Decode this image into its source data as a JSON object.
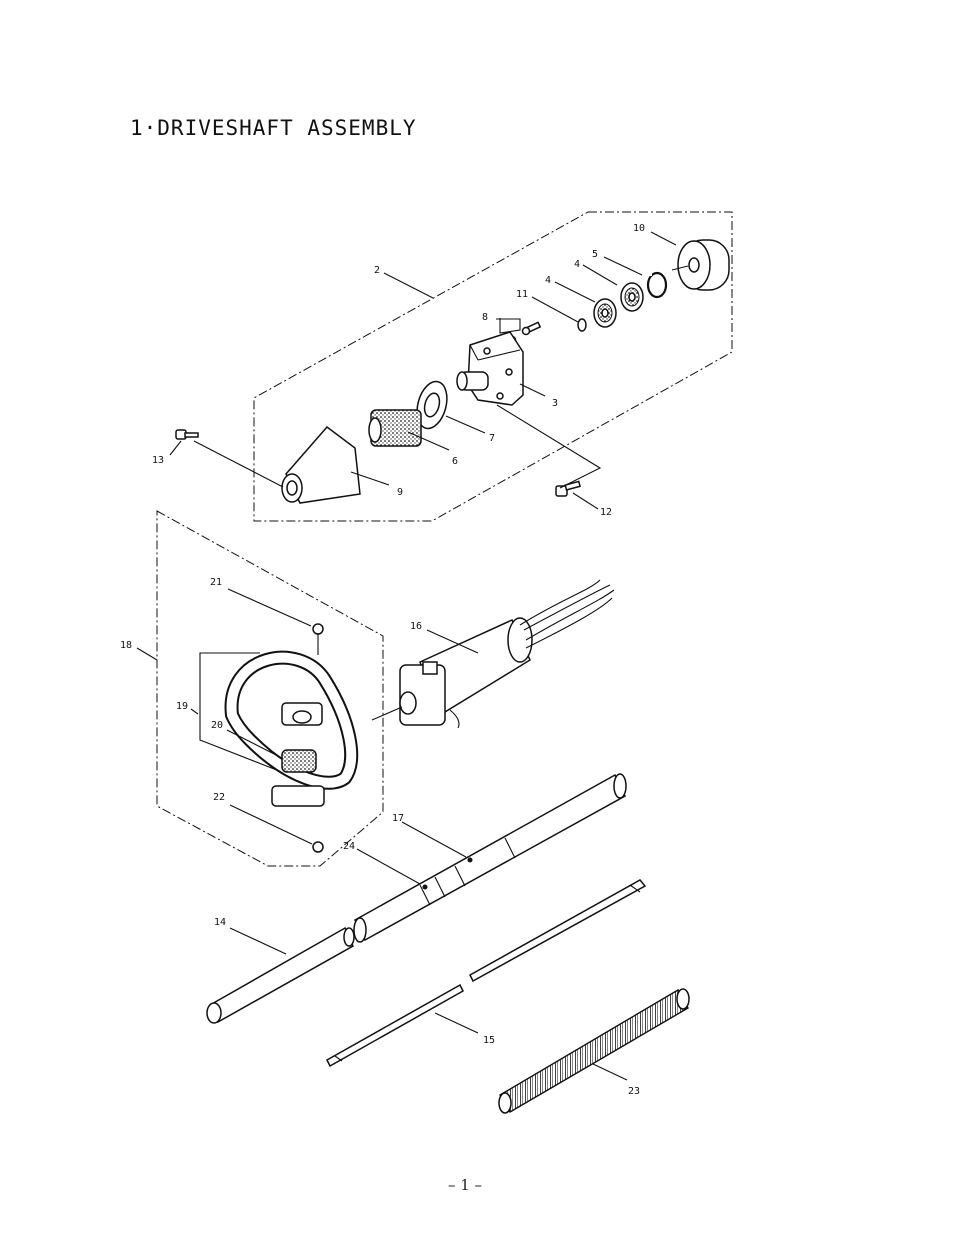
{
  "title": "1·DRIVESHAFT ASSEMBLY",
  "page_number": "– 1 –",
  "callouts": {
    "c2": "2",
    "c3": "3",
    "c4a": "4",
    "c4b": "4",
    "c5": "5",
    "c6": "6",
    "c7": "7",
    "c8": "8",
    "c9": "9",
    "c10": "10",
    "c11": "11",
    "c12": "12",
    "c13": "13",
    "c14": "14",
    "c15": "15",
    "c16": "16",
    "c17": "17",
    "c18": "18",
    "c19": "19",
    "c20": "20",
    "c21": "21",
    "c22": "22",
    "c23": "23",
    "c24": "24"
  }
}
